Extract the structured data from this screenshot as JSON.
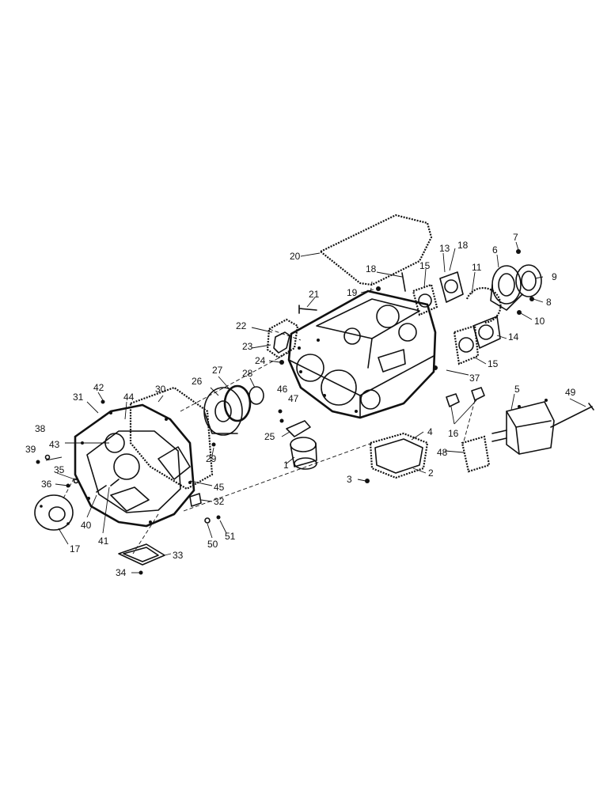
{
  "callouts": [
    {
      "id": "c1",
      "text": "1"
    },
    {
      "id": "c2",
      "text": "2"
    },
    {
      "id": "c3",
      "text": "3"
    },
    {
      "id": "c4",
      "text": "4"
    },
    {
      "id": "c5",
      "text": "5"
    },
    {
      "id": "c6",
      "text": "6"
    },
    {
      "id": "c7",
      "text": "7"
    },
    {
      "id": "c8",
      "text": "8"
    },
    {
      "id": "c9",
      "text": "9"
    },
    {
      "id": "c10",
      "text": "10"
    },
    {
      "id": "c11",
      "text": "11"
    },
    {
      "id": "c13",
      "text": "13"
    },
    {
      "id": "c14",
      "text": "14"
    },
    {
      "id": "c15a",
      "text": "15"
    },
    {
      "id": "c15b",
      "text": "15"
    },
    {
      "id": "c16",
      "text": "16"
    },
    {
      "id": "c17",
      "text": "17"
    },
    {
      "id": "c18a",
      "text": "18"
    },
    {
      "id": "c18b",
      "text": "18"
    },
    {
      "id": "c19",
      "text": "19"
    },
    {
      "id": "c20",
      "text": "20"
    },
    {
      "id": "c21",
      "text": "21"
    },
    {
      "id": "c22",
      "text": "22"
    },
    {
      "id": "c23",
      "text": "23"
    },
    {
      "id": "c24",
      "text": "24"
    },
    {
      "id": "c25",
      "text": "25"
    },
    {
      "id": "c26",
      "text": "26"
    },
    {
      "id": "c27",
      "text": "27"
    },
    {
      "id": "c28",
      "text": "28"
    },
    {
      "id": "c29",
      "text": "29"
    },
    {
      "id": "c30",
      "text": "30"
    },
    {
      "id": "c31",
      "text": "31"
    },
    {
      "id": "c32",
      "text": "32"
    },
    {
      "id": "c33",
      "text": "33"
    },
    {
      "id": "c34",
      "text": "34"
    },
    {
      "id": "c35",
      "text": "35"
    },
    {
      "id": "c36",
      "text": "36"
    },
    {
      "id": "c37",
      "text": "37"
    },
    {
      "id": "c38",
      "text": "38"
    },
    {
      "id": "c39",
      "text": "39"
    },
    {
      "id": "c40",
      "text": "40"
    },
    {
      "id": "c41",
      "text": "41"
    },
    {
      "id": "c42",
      "text": "42"
    },
    {
      "id": "c43",
      "text": "43"
    },
    {
      "id": "c44",
      "text": "44"
    },
    {
      "id": "c45",
      "text": "45"
    },
    {
      "id": "c46",
      "text": "46"
    },
    {
      "id": "c47",
      "text": "47"
    },
    {
      "id": "c48",
      "text": "48"
    },
    {
      "id": "c49",
      "text": "49"
    },
    {
      "id": "c50",
      "text": "50"
    },
    {
      "id": "c51",
      "text": "51"
    }
  ]
}
